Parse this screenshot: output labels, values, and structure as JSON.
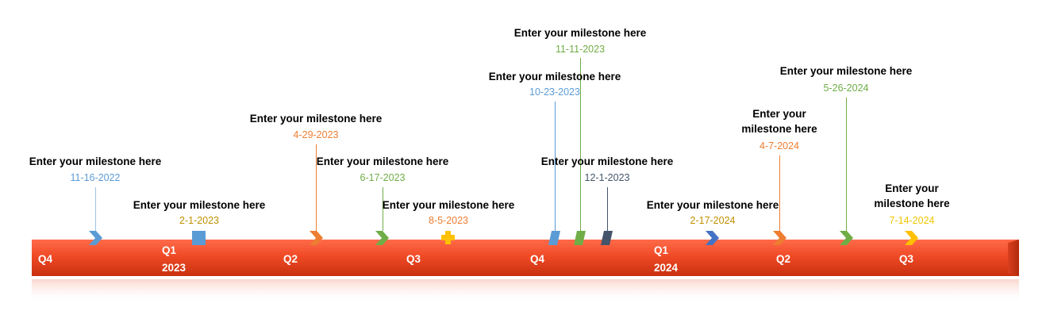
{
  "quarters": [
    {
      "label": "Q4",
      "year": ""
    },
    {
      "label": "Q1",
      "year": "2023"
    },
    {
      "label": "Q2",
      "year": ""
    },
    {
      "label": "Q3",
      "year": ""
    },
    {
      "label": "Q4",
      "year": ""
    },
    {
      "label": "Q1",
      "year": "2024"
    },
    {
      "label": "Q2",
      "year": ""
    },
    {
      "label": "Q3",
      "year": ""
    }
  ],
  "milestones": [
    {
      "title": "Enter your milestone here",
      "date": "11-16-2022",
      "color": "#5b9bd5",
      "icon": "chevron-marker-icon"
    },
    {
      "title": "Enter your milestone here",
      "date": "2-1-2023",
      "color": "#bf9000",
      "icon": "square-marker-icon"
    },
    {
      "title": "Enter your milestone here",
      "date": "4-29-2023",
      "color": "#ed7d31",
      "icon": "chevron-marker-icon"
    },
    {
      "title": "Enter your milestone here",
      "date": "6-17-2023",
      "color": "#70ad47",
      "icon": "chevron-marker-icon"
    },
    {
      "title": "Enter your milestone here",
      "date": "8-5-2023",
      "color": "#ed7d31",
      "icon": "plus-marker-icon"
    },
    {
      "title": "Enter your milestone here",
      "date": "10-23-2023",
      "color": "#5b9bd5",
      "icon": "parallelogram-marker-icon"
    },
    {
      "title": "Enter your milestone here",
      "date": "11-11-2023",
      "color": "#70ad47",
      "icon": "parallelogram-marker-icon"
    },
    {
      "title": "Enter your milestone here",
      "date": "12-1-2023",
      "color": "#44546a",
      "icon": "parallelogram-marker-icon"
    },
    {
      "title": "Enter your milestone here",
      "date": "2-17-2024",
      "color": "#bf9000",
      "icon": "chevron-marker-icon"
    },
    {
      "title": "Enter your milestone here",
      "date": "4-7-2024",
      "color": "#ed7d31",
      "icon": "chevron-marker-icon"
    },
    {
      "title": "Enter your milestone here",
      "date": "5-26-2024",
      "color": "#70ad47",
      "icon": "chevron-marker-icon"
    },
    {
      "title": "Enter your milestone here",
      "date": "7-14-2024",
      "color": "#f2c500",
      "icon": "chevron-marker-icon"
    }
  ],
  "marker_colors": {
    "chevron_blue": "#5b9bd5",
    "chevron_orange": "#ed7d31",
    "chevron_green": "#70ad47",
    "chevron_royal": "#4472c4",
    "chevron_yellow": "#ffc000",
    "square_blue": "#5b9bd5",
    "plus_yellow": "#ffc000",
    "slant_blue": "#5b9bd5",
    "slant_green": "#70ad47",
    "slant_dark": "#44546a"
  },
  "bar_color": "#e8411e"
}
